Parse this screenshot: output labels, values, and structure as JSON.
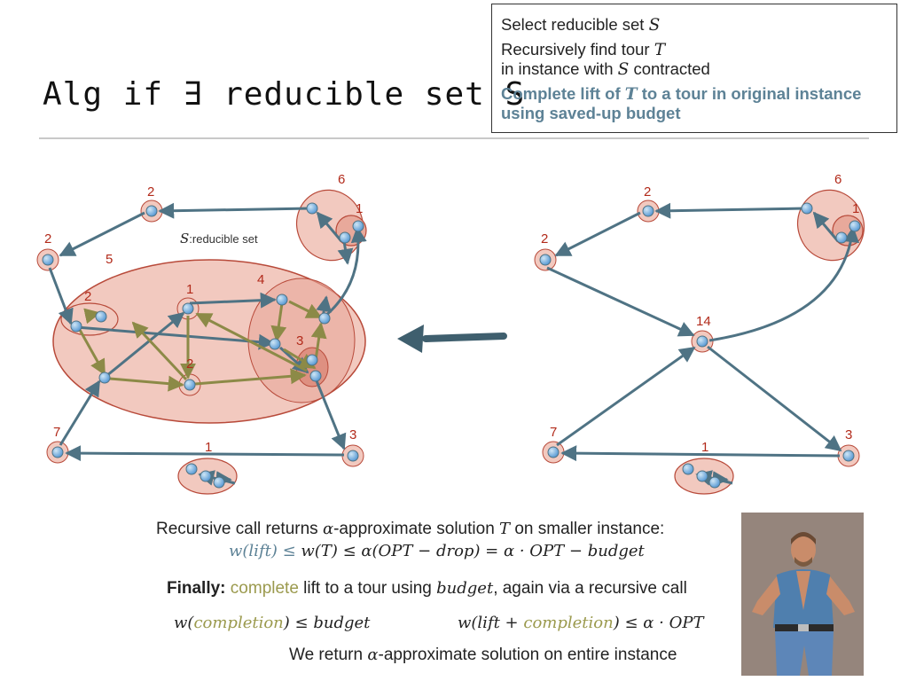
{
  "slide": {
    "title": "Alg if ∃ reducible set S"
  },
  "steps": {
    "step1_text": "Select reducible set ",
    "step1_var": "S",
    "step2_line1_text": "Recursively find tour ",
    "step2_line1_var": "T",
    "step2_line2_pre": "in instance with ",
    "step2_line2_var": "S",
    "step2_line2_post": " contracted",
    "step3_line1_pre": "Complete lift of ",
    "step3_line1_var": "T",
    "step3_line1_post": " to a tour in original instance",
    "step3_line2": "using saved-up budget"
  },
  "diagram_left": {
    "set_label_var": "S",
    "set_label_text": ":reducible set",
    "labels": [
      "6",
      "2",
      "1",
      "2",
      "5",
      "4",
      "2",
      "1",
      "3",
      "2",
      "7",
      "1",
      "3"
    ]
  },
  "diagram_right": {
    "labels": [
      "6",
      "2",
      "1",
      "2",
      "14",
      "7",
      "1",
      "3"
    ]
  },
  "bottom": {
    "line1_pre": "Recursive call returns ",
    "line1_alpha": "α",
    "line1_mid": "-approximate solution ",
    "line1_T": "T",
    "line1_post": " on smaller instance:",
    "eq1_left": "w(lift) ≤ ",
    "eq1_rest": "w(T) ≤ α(OPT − drop) = α · OPT − budget",
    "finally_label": "Finally:",
    "finally_complete": " complete",
    "finally_rest": " lift to a tour using ",
    "finally_budget": "budget",
    "finally_end": ", again via a recursive call",
    "eq2_w": "w(",
    "eq2_completion": "completion",
    "eq2_rest": ") ≤ budget",
    "eq3_pre": "w(lift + ",
    "eq3_completion": "completion",
    "eq3_rest": ") ≤ α · OPT",
    "line_last_pre": "We return ",
    "line_last_alpha": "α",
    "line_last_post": "-approximate solution on entire instance"
  },
  "colors": {
    "node": "#5b9bd5",
    "edge_blue": "#4f7384",
    "edge_olive": "#8c8a47",
    "region_fill": "#f2c9bf",
    "region_stroke": "#b84a3a",
    "highlight_text": "#5d8296"
  }
}
